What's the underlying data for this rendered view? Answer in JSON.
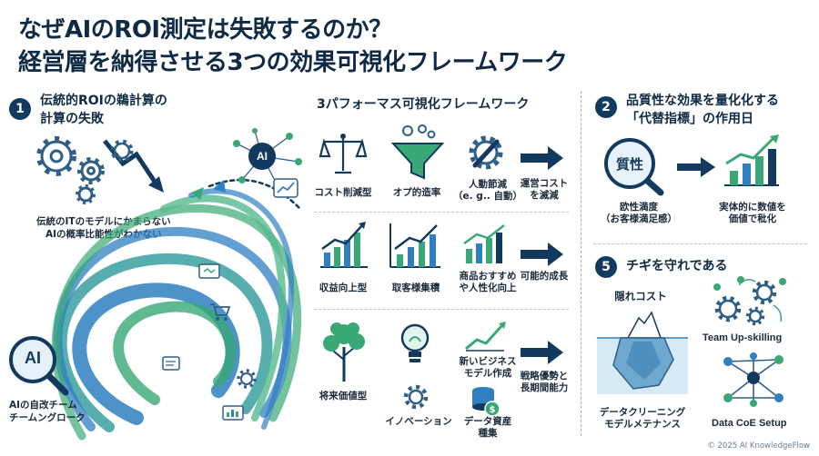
{
  "title": {
    "line1": "なぜAIのROI測定は失敗するのか？",
    "line2": "経営層を納得させる3つの効果可視化フレームワーク"
  },
  "section1": {
    "num": "1",
    "title_line1": "伝統的ROIの鵜計算の",
    "title_line2": "計算の失敗",
    "caption_line1": "伝統のITのモデルにかまらない",
    "caption_line2": "AIの概率比能性がわかない",
    "ai_badge": "AI",
    "ai_lens": "AI",
    "bottom_line1": "AIの自改チーム",
    "bottom_line2": "チームングローク"
  },
  "framework": {
    "title": "3パフォーマス可視化フレームワーク",
    "row1": {
      "items": [
        "コスト削減型",
        "オプ的造率"
      ],
      "item3_line1": "人動節減",
      "item3_line2": "（e. g.. 自動）",
      "result_line1": "運営コスト",
      "result_line2": "を滅減"
    },
    "row2": {
      "items": [
        "収益向上型",
        "取客様集積"
      ],
      "item3_line1": "商品おすすめ",
      "item3_line2": "や人性化向上",
      "result": "可能的成長"
    },
    "row3": {
      "item1": "将来価値型",
      "item2": "イノベーション",
      "item3_line1": "新いビジネス",
      "item3_line2": "モデル作成",
      "item4_line1": "データ資産",
      "item4_line2": "種集",
      "result_line1": "戦略優勢と",
      "result_line2": "長期間能力"
    }
  },
  "section2": {
    "num": "2",
    "title_line1": "品質性な効果を量化化する",
    "title_line2": "「代替指標」の作用日",
    "lens_text": "質性",
    "left_line1": "欧性満度",
    "left_line2": "（お客様満足感）",
    "right_line1": "実体的に数値を",
    "right_line2": "価値で秕化"
  },
  "section5": {
    "num": "5",
    "title": "チギを守れである",
    "hidden_cost": "隠れコスト",
    "iceberg_line1": "データクリーニング",
    "iceberg_line2": "モデルメテナンス",
    "upskilling": "Team Up-skilling",
    "coe": "Data CoE Setup"
  },
  "footer": "© 2025 AI KnowledgeFlow",
  "colors": {
    "navy": "#123a5e",
    "blue": "#2f7fc1",
    "green": "#3aa876",
    "teal": "#2e9a9a"
  }
}
